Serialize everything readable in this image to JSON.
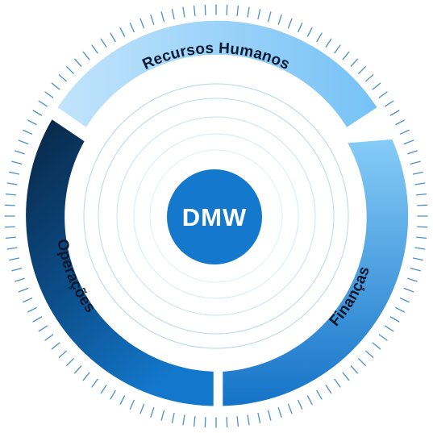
{
  "diagram": {
    "center_logo": "DMW",
    "segments": [
      {
        "id": "rh",
        "label": "Recursos Humanos",
        "colors": [
          "#bfe2fc",
          "#79c4f6"
        ]
      },
      {
        "id": "financas",
        "label": "Finanças",
        "colors": [
          "#7cc6f7",
          "#1675c9"
        ]
      },
      {
        "id": "operacoes",
        "label": "Operações",
        "colors": [
          "#0a2a4a",
          "#1171c7"
        ]
      }
    ],
    "colors": {
      "logo_circle": "#1479cc",
      "rings": "#a9cde8",
      "ticks": "#4b8fc9"
    }
  }
}
